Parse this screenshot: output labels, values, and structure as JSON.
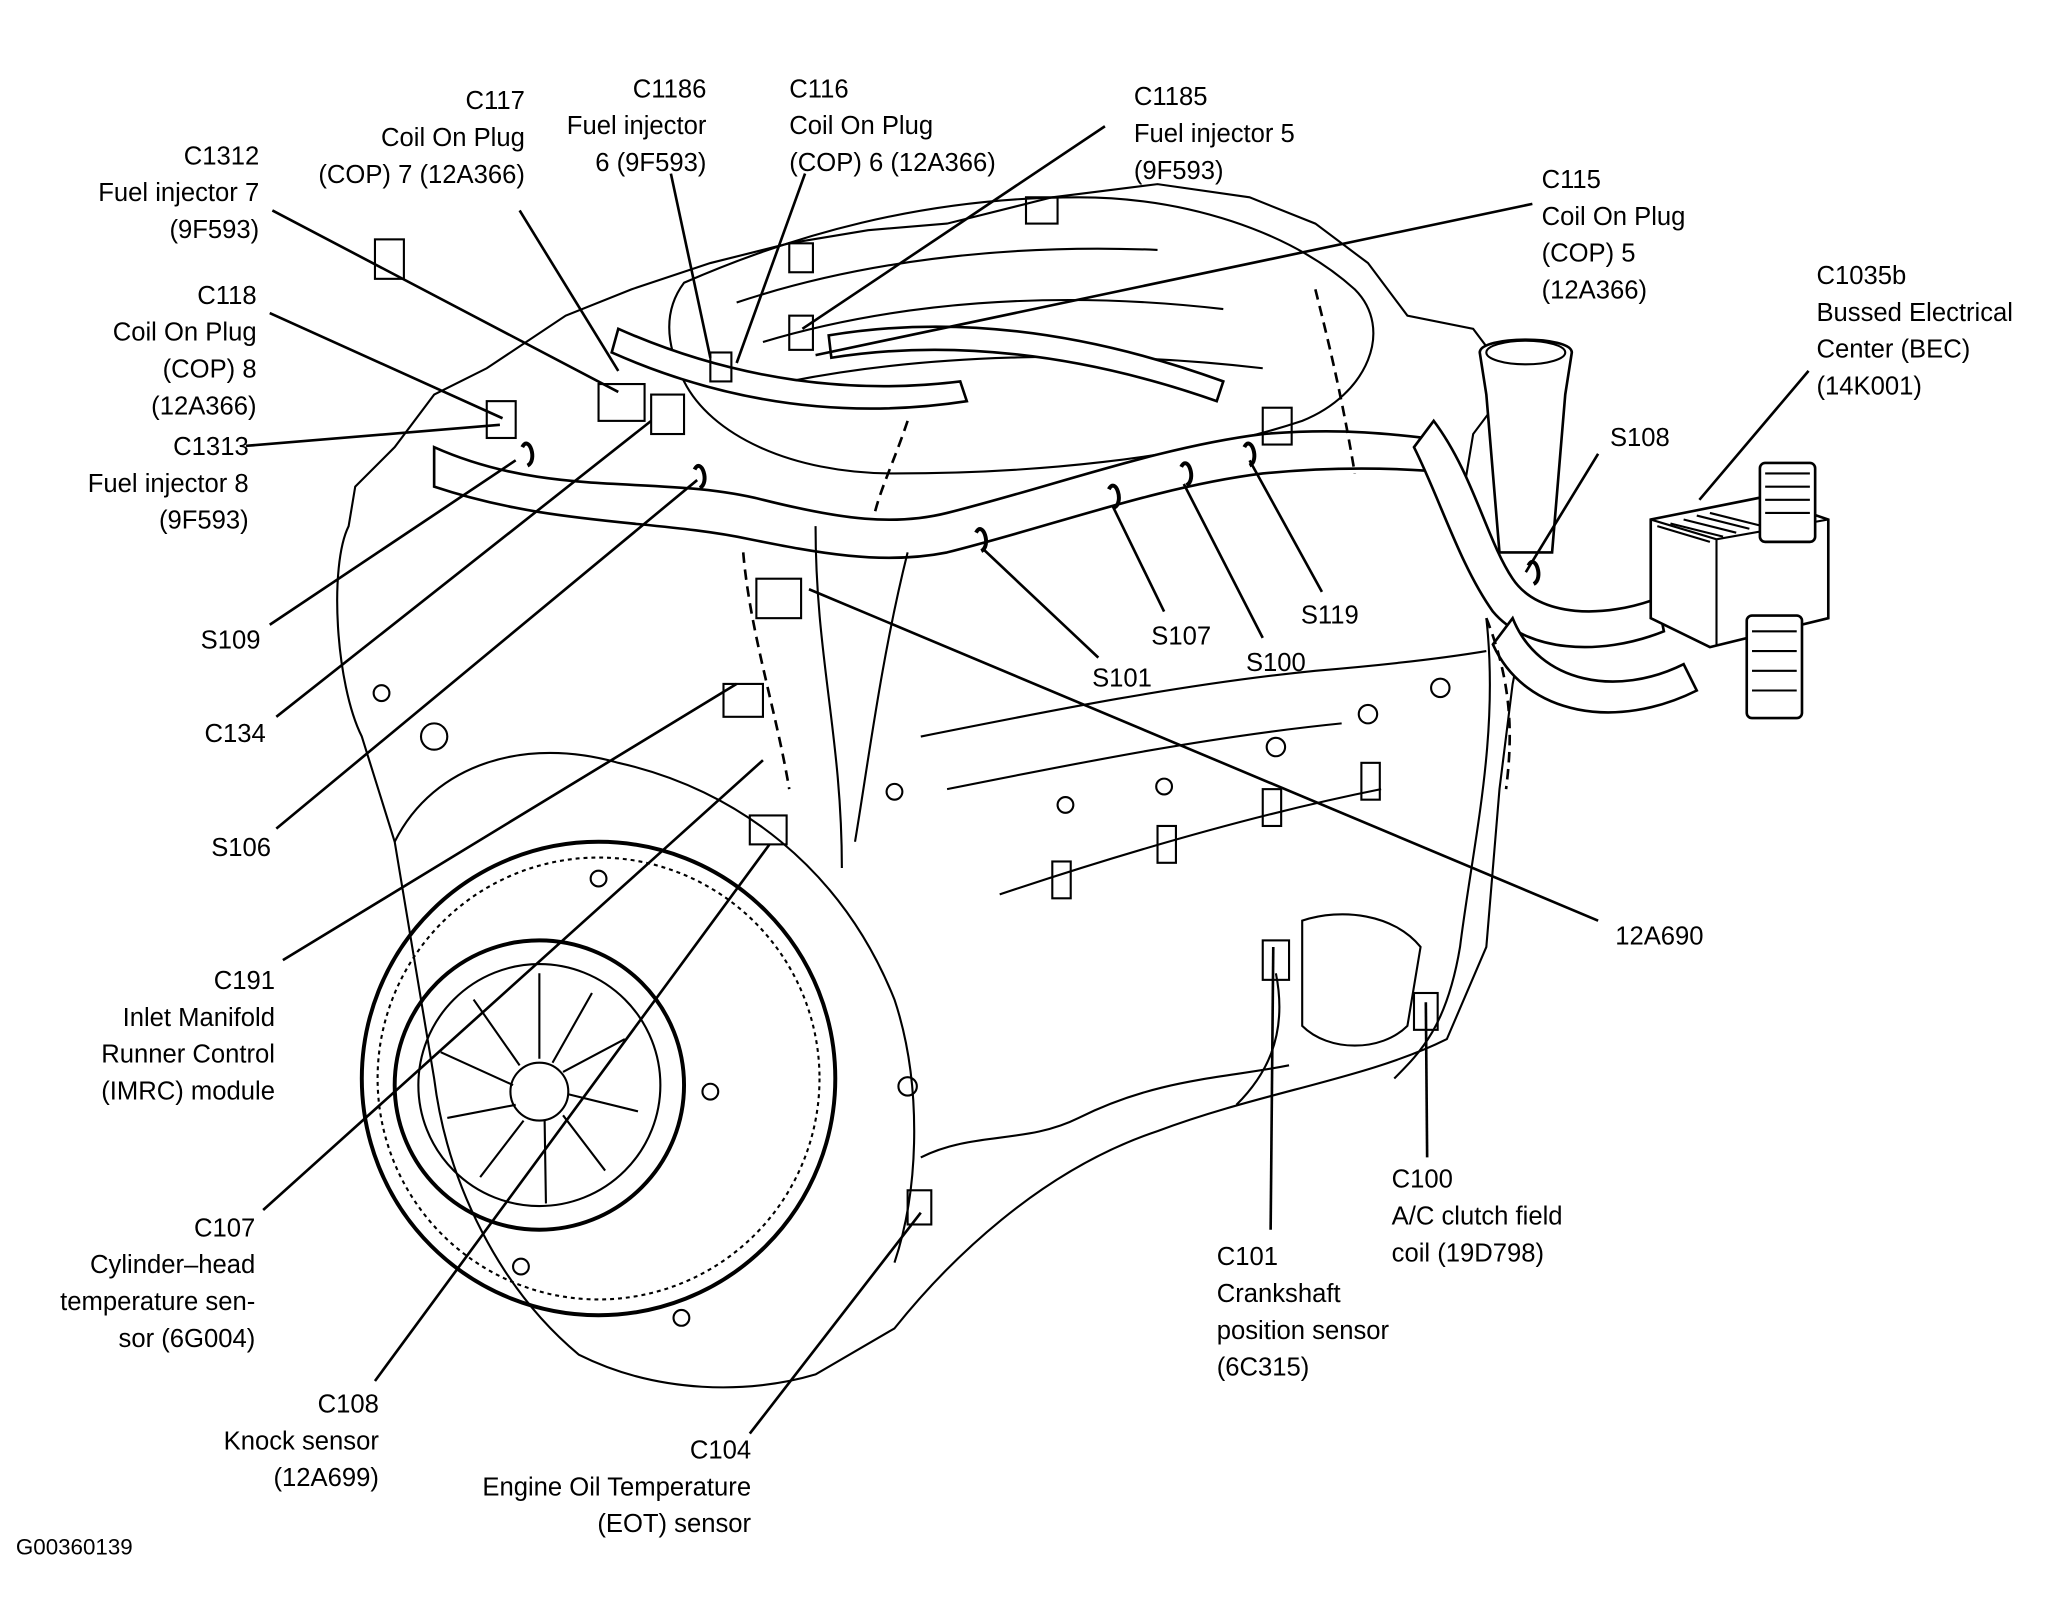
{
  "figure_id": "G00360139",
  "labels": {
    "c117": {
      "lines": [
        "C117",
        "Coil On Plug",
        "(COP) 7 (12A366)"
      ]
    },
    "c1186": {
      "lines": [
        "C1186",
        "Fuel injector",
        "6 (9F593)"
      ]
    },
    "c116": {
      "lines": [
        "C116",
        "Coil On Plug",
        "(COP) 6 (12A366)"
      ]
    },
    "c1185": {
      "lines": [
        "C1185",
        "Fuel injector 5",
        "(9F593)"
      ]
    },
    "c1312": {
      "lines": [
        "C1312",
        "Fuel injector 7",
        "(9F593)"
      ]
    },
    "c118": {
      "lines": [
        "C118",
        "Coil On Plug",
        "(COP) 8",
        "(12A366)"
      ]
    },
    "c1313": {
      "lines": [
        "C1313",
        "Fuel injector 8",
        "(9F593)"
      ]
    },
    "c115": {
      "lines": [
        "C115",
        "Coil On Plug",
        "(COP) 5",
        "(12A366)"
      ]
    },
    "c1035b": {
      "lines": [
        "C1035b",
        "Bussed Electrical",
        "Center (BEC)",
        "(14K001)"
      ]
    },
    "s108": {
      "lines": [
        "S108"
      ]
    },
    "s109": {
      "lines": [
        "S109"
      ]
    },
    "c134": {
      "lines": [
        "C134"
      ]
    },
    "s106": {
      "lines": [
        "S106"
      ]
    },
    "s107": {
      "lines": [
        "S107"
      ]
    },
    "s100": {
      "lines": [
        "S100"
      ]
    },
    "s119": {
      "lines": [
        "S119"
      ]
    },
    "s101": {
      "lines": [
        "S101"
      ]
    },
    "p12a690": {
      "lines": [
        "12A690"
      ]
    },
    "c191": {
      "lines": [
        "C191",
        "Inlet Manifold",
        "Runner Control",
        "(IMRC) module"
      ]
    },
    "c107": {
      "lines": [
        "C107",
        "Cylinder–head",
        "temperature sen-",
        "sor (6G004)"
      ]
    },
    "c108": {
      "lines": [
        "C108",
        "Knock sensor",
        "(12A699)"
      ]
    },
    "c104": {
      "lines": [
        "C104",
        "Engine Oil Temperature",
        "(EOT) sensor"
      ]
    },
    "c101": {
      "lines": [
        "C101",
        "Crankshaft",
        "position sensor",
        "(6C315)"
      ]
    },
    "c100": {
      "lines": [
        "C100",
        "A/C clutch field",
        "coil (19D798)"
      ]
    }
  }
}
